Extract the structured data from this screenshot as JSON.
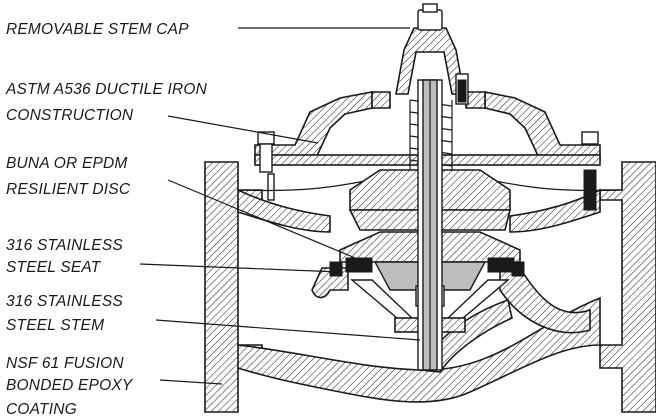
{
  "diagram": {
    "callouts": [
      {
        "id": "stem-cap",
        "lines": [
          "REMOVABLE STEM CAP"
        ]
      },
      {
        "id": "iron-construction",
        "lines": [
          "ASTM A536 DUCTILE IRON",
          "CONSTRUCTION"
        ]
      },
      {
        "id": "resilient-disc",
        "lines": [
          "BUNA OR EPDM",
          "RESILIENT DISC"
        ]
      },
      {
        "id": "stainless-seat",
        "lines": [
          "316 STAINLESS",
          "STEEL SEAT"
        ]
      },
      {
        "id": "stainless-stem",
        "lines": [
          "316 STAINLESS",
          "STEEL STEM"
        ]
      },
      {
        "id": "epoxy-coating",
        "lines": [
          "NSF 61 FUSION",
          "BONDED EPOXY",
          "COATING"
        ]
      }
    ]
  }
}
